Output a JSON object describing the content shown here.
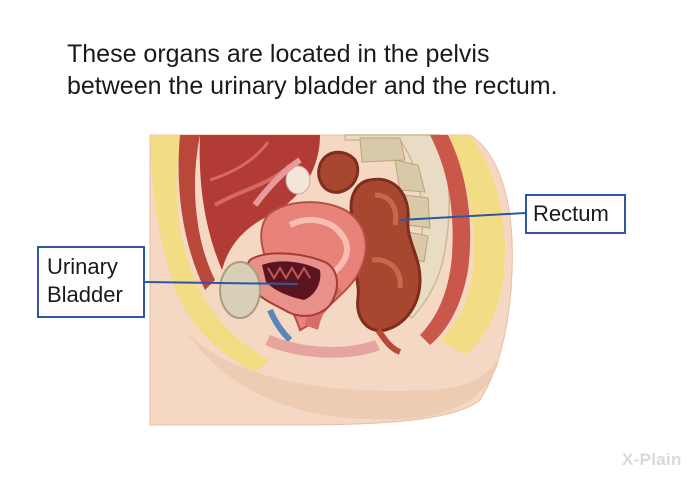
{
  "caption": {
    "line1": "These organs are located in the pelvis",
    "line2": "between the urinary bladder and the rectum."
  },
  "labels": {
    "rectum": "Rectum",
    "bladder_line1": "Urinary",
    "bladder_line2": "Bladder"
  },
  "logo": {
    "text": "X-Plain"
  },
  "colors": {
    "label_border": "#2f56a6",
    "skin": "#f3d3bd",
    "fat": "#f0d97a",
    "muscle": "#c0392b",
    "uterus": "#e8837a",
    "rectum": "#a8472f"
  }
}
